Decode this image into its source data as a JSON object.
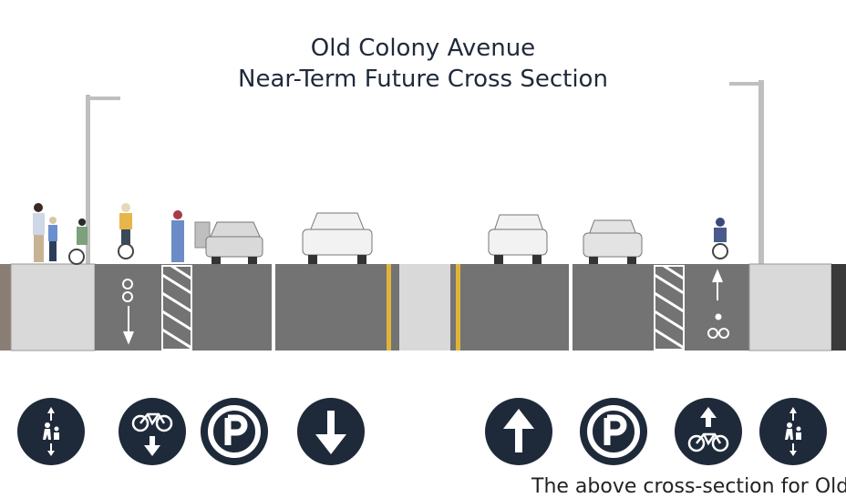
{
  "title": {
    "line1": "Old Colony Avenue",
    "line2": "Near-Term Future Cross Section"
  },
  "colors": {
    "road": "#737373",
    "sidewalk": "#d9d9d9",
    "median_stripe": "#e0b43a",
    "icon_bg": "#1e2a3a",
    "title_text": "#1f2a3a"
  },
  "legend": [
    {
      "icon": "pedestrian-bidirectional-icon"
    },
    {
      "icon": "bike-down-icon"
    },
    {
      "icon": "parking-icon"
    },
    {
      "icon": "arrow-down-icon"
    },
    {
      "icon": "arrow-up-icon"
    },
    {
      "icon": "parking-icon"
    },
    {
      "icon": "bike-up-icon"
    },
    {
      "icon": "pedestrian-bidirectional-icon"
    }
  ],
  "caption": "The above cross-section for Old"
}
